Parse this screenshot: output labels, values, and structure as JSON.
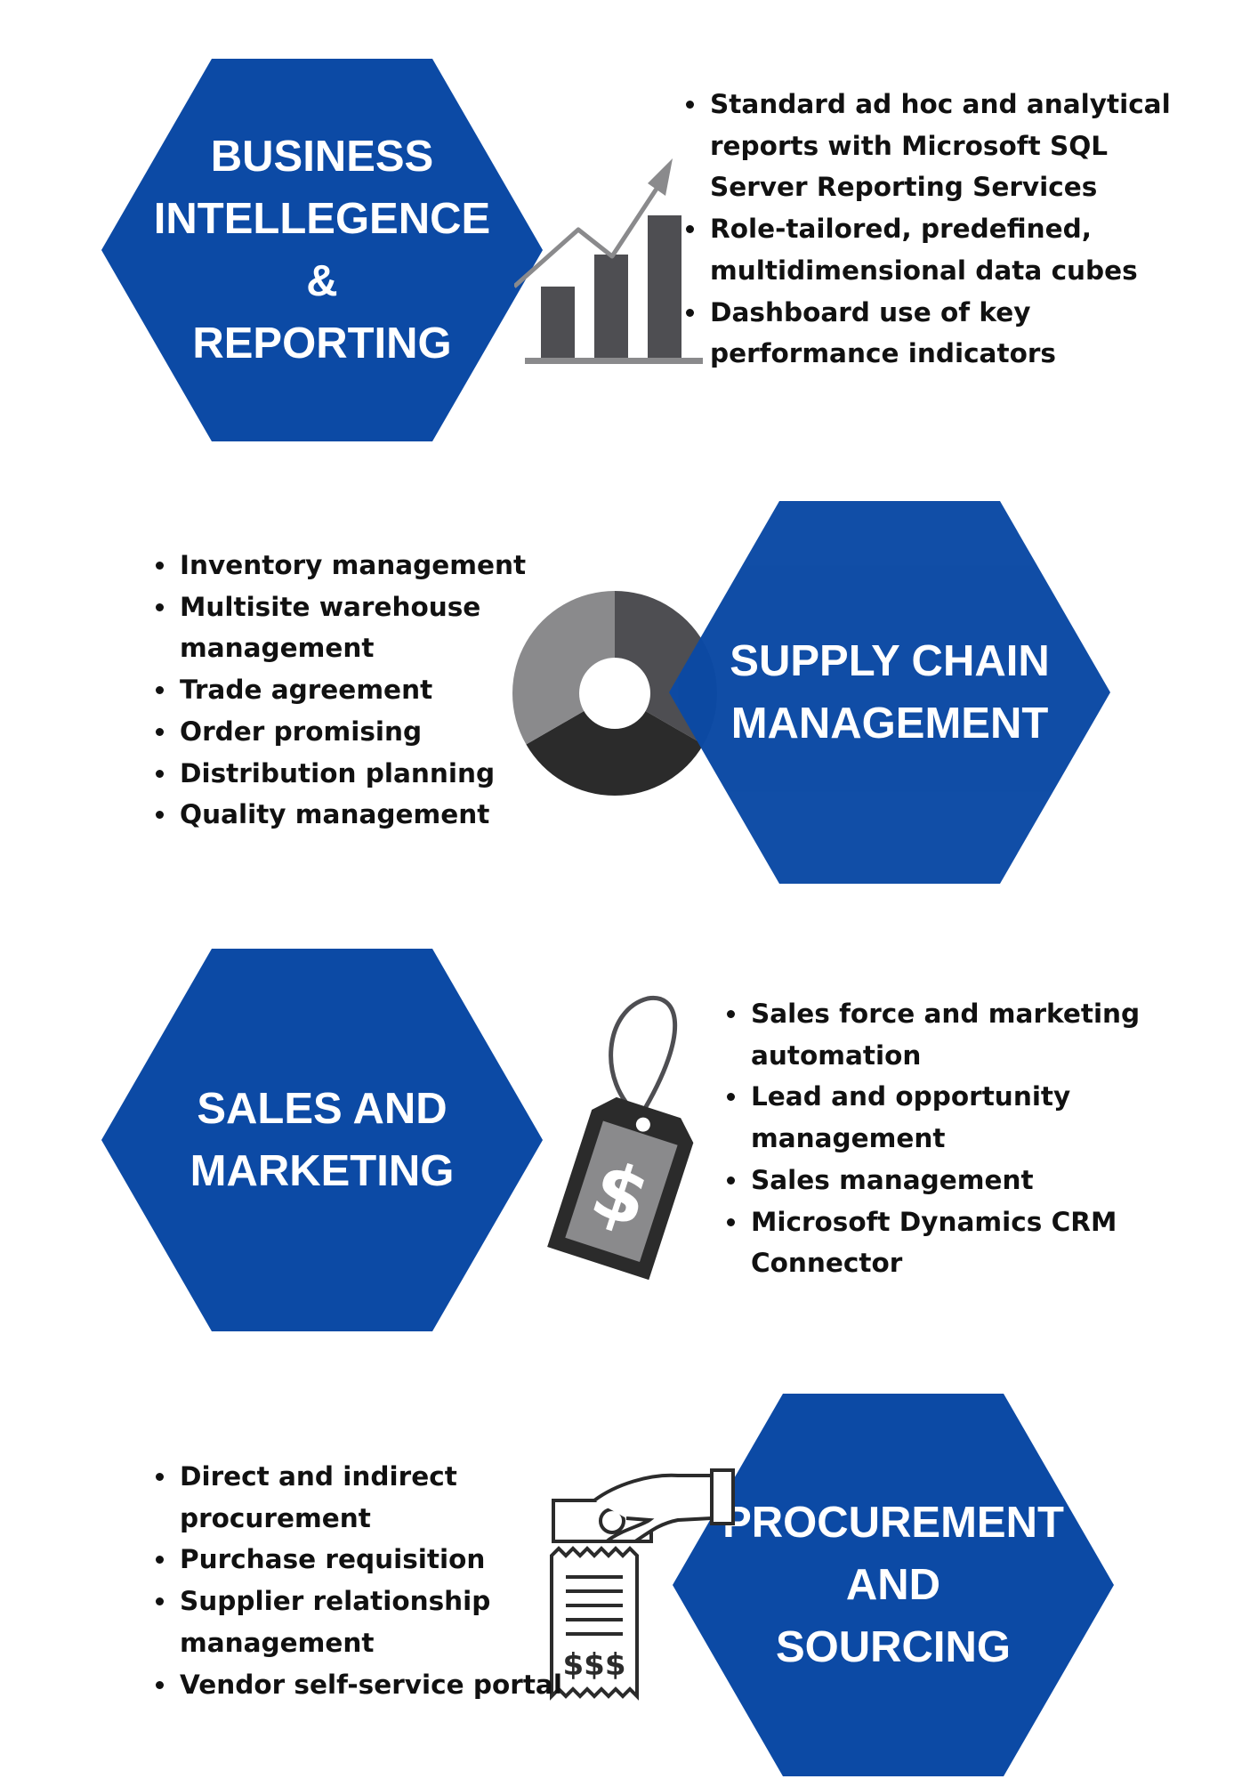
{
  "theme": {
    "hex_color": "#0C4AA5",
    "icon_dark": "#4E4E52",
    "icon_mid": "#8A8A8C",
    "icon_black": "#2B2B2B"
  },
  "sections": [
    {
      "title": "BUSINESS\nINTELLEGENCE &\nREPORTING",
      "icon": "bar-chart-growth-icon",
      "bullets": [
        "Standard ad hoc and analytical reports with Microsoft SQL Server Reporting Services",
        "Role-tailored, predefined, multidimensional data cubes",
        "Dashboard use of key performance indicators"
      ]
    },
    {
      "title": "SUPPLY CHAIN\nMANAGEMENT",
      "icon": "donut-chart-icon",
      "bullets": [
        "Inventory management",
        "Multisite warehouse management",
        "Trade agreement",
        "Order promising",
        "Distribution planning",
        "Quality management"
      ]
    },
    {
      "title": "SALES AND\nMARKETING",
      "icon": "price-tag-icon",
      "bullets": [
        "Sales force and marketing automation",
        "Lead and opportunity management",
        "Sales management",
        "Microsoft Dynamics CRM Connector"
      ]
    },
    {
      "title": "PROCUREMENT\nAND\nSOURCING",
      "icon": "hand-receipt-icon",
      "bullets": [
        "Direct and indirect procurement",
        "Purchase requisition",
        "Supplier relationship management",
        "Vendor self-service portal"
      ]
    }
  ],
  "receipt_text": "$$$"
}
